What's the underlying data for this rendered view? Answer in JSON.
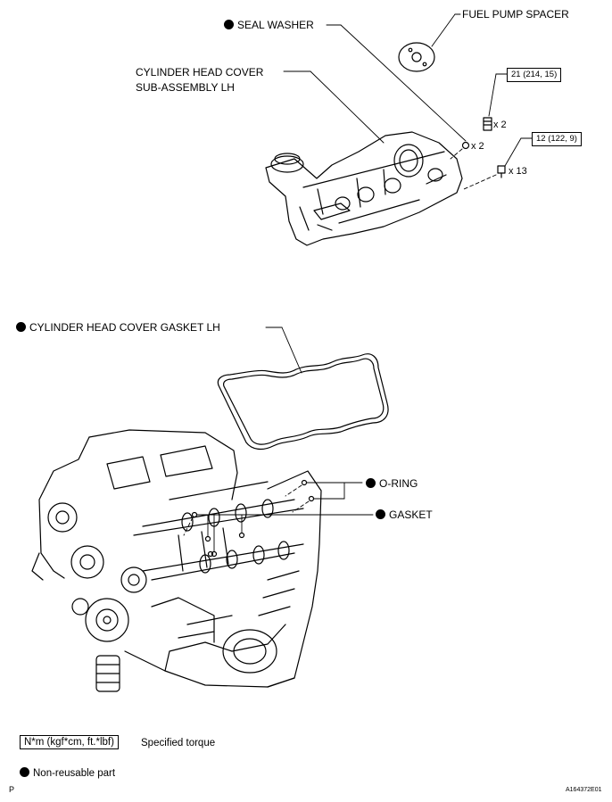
{
  "labels": {
    "seal_washer": "SEAL WASHER",
    "fuel_pump_spacer": "FUEL PUMP SPACER",
    "head_cover_line1": "CYLINDER HEAD COVER",
    "head_cover_line2": "SUB-ASSEMBLY LH",
    "gasket_lh": "CYLINDER HEAD COVER GASKET LH",
    "o_ring": "O-RING",
    "gasket": "GASKET"
  },
  "torque": {
    "spec_1": "21 (214, 15)",
    "spec_2": "12 (122, 9)"
  },
  "quantities": {
    "bolt_stud": "x 2",
    "seal_washer": "x 2",
    "bolt": "x 13"
  },
  "legend": {
    "torque_unit": "N*m (kgf*cm, ft.*lbf)",
    "torque_desc": "Specified torque",
    "non_reusable": "Non-reusable part"
  },
  "footer": {
    "left_code": "P",
    "figure_id": "A164372E01"
  }
}
